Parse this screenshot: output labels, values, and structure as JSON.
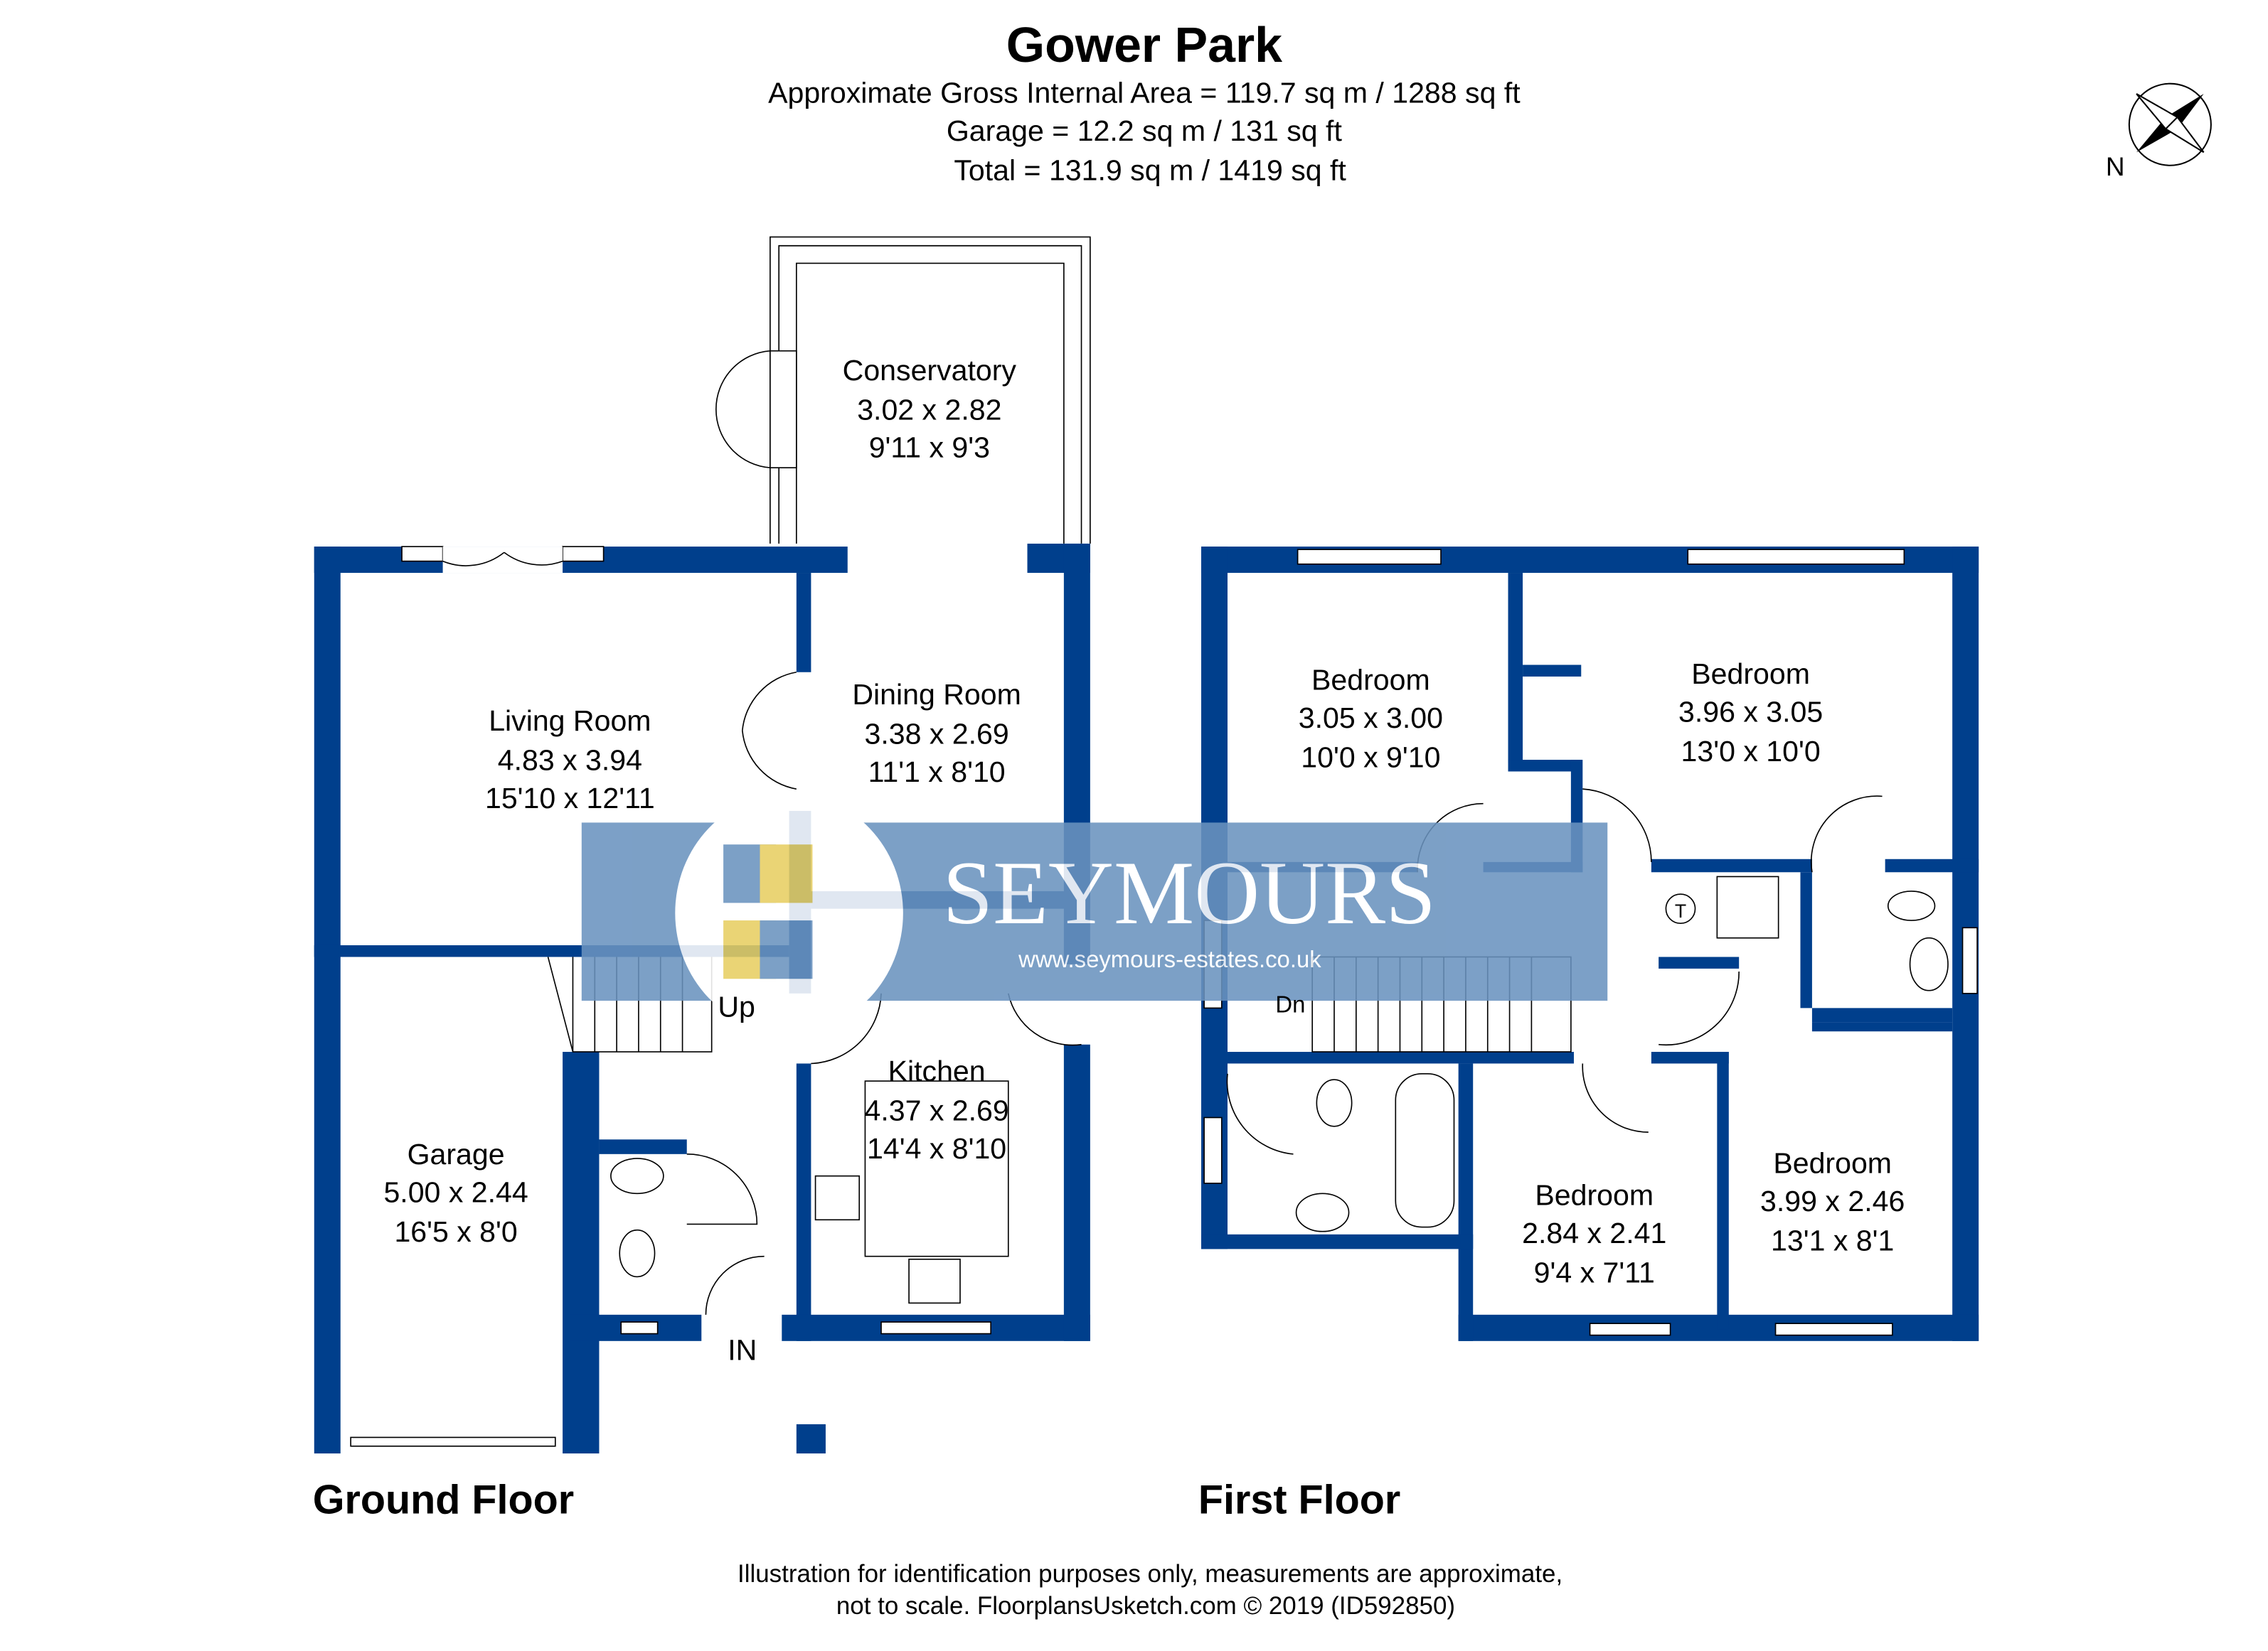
{
  "header": {
    "title": "Gower Park",
    "gross_area": "Approximate Gross Internal Area = 119.7 sq m / 1288 sq ft",
    "garage_area": "Garage = 12.2 sq m / 131 sq ft",
    "total_area": "Total = 131.9 sq m / 1419 sq ft"
  },
  "compass": {
    "label": "N"
  },
  "ground_floor": {
    "title": "Ground Floor",
    "rooms": [
      {
        "name": "Conservatory",
        "metric": "3.02 x 2.82",
        "imperial": "9'11 x 9'3"
      },
      {
        "name": "Living Room",
        "metric": "4.83 x 3.94",
        "imperial": "15'10 x 12'11"
      },
      {
        "name": "Dining Room",
        "metric": "3.38 x 2.69",
        "imperial": "11'1 x 8'10"
      },
      {
        "name": "Kitchen",
        "metric": "4.37 x 2.69",
        "imperial": "14'4 x 8'10"
      },
      {
        "name": "Garage",
        "metric": "5.00 x 2.44",
        "imperial": "16'5 x 8'0"
      }
    ],
    "stairs_label": "Up",
    "entrance_label": "IN"
  },
  "first_floor": {
    "title": "First Floor",
    "rooms": [
      {
        "name": "Bedroom",
        "metric": "3.05 x 3.00",
        "imperial": "10'0 x 9'10"
      },
      {
        "name": "Bedroom",
        "metric": "3.96 x 3.05",
        "imperial": "13'0 x 10'0"
      },
      {
        "name": "Bedroom",
        "metric": "2.84 x 2.41",
        "imperial": "9'4 x 7'11"
      },
      {
        "name": "Bedroom",
        "metric": "3.99 x 2.46",
        "imperial": "13'1 x 8'1"
      }
    ],
    "stairs_label": "Dn",
    "tank_label": "T"
  },
  "watermark": {
    "brand": "SEYMOURS",
    "url": "www.seymours-estates.co.uk",
    "color": "#6a93bf"
  },
  "footer": {
    "line1": "Illustration for identification purposes only, measurements are approximate,",
    "line2": "not to scale. FloorplansUsketch.com © 2019 (ID592850)"
  },
  "colors": {
    "wall": "#003f8c",
    "logo_yellow": "#e8cf63"
  }
}
